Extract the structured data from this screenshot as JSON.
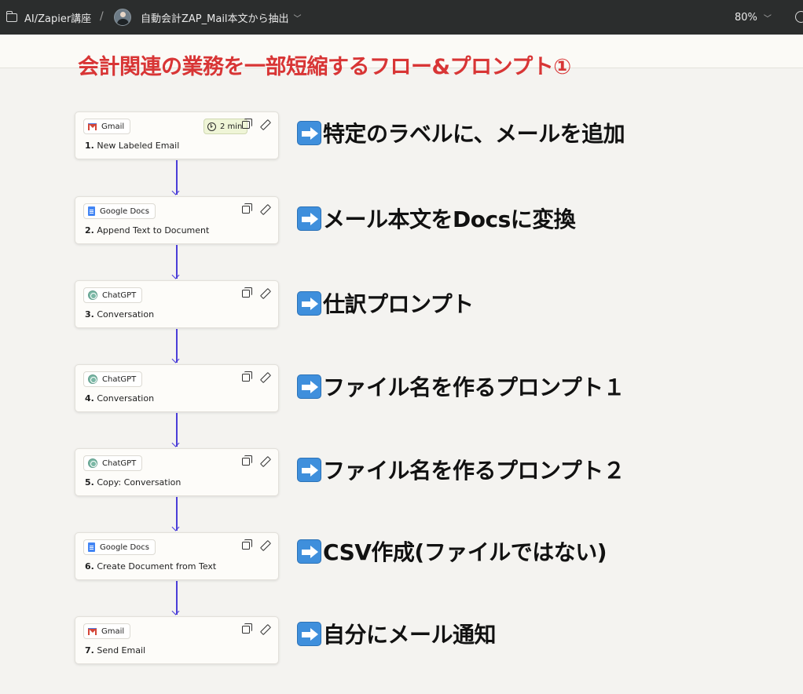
{
  "topbar": {
    "folder_label": "AI/Zapier講座",
    "separator": "/",
    "zap_name": "自動会計ZAP_Mail本文から抽出",
    "zoom": "80%"
  },
  "title": "会計関連の業務を一部短縮するフロー&プロンプト①",
  "steps": [
    {
      "app": "Gmail",
      "icon": "gmail-icon",
      "num": "1.",
      "label": "New Labeled Email",
      "time_badge": "2 min"
    },
    {
      "app": "Google Docs",
      "icon": "google-docs-icon",
      "num": "2.",
      "label": "Append Text to Document"
    },
    {
      "app": "ChatGPT",
      "icon": "chatgpt-icon",
      "num": "3.",
      "label": "Conversation"
    },
    {
      "app": "ChatGPT",
      "icon": "chatgpt-icon",
      "num": "4.",
      "label": "Conversation"
    },
    {
      "app": "ChatGPT",
      "icon": "chatgpt-icon",
      "num": "5.",
      "label": "Copy: Conversation"
    },
    {
      "app": "Google Docs",
      "icon": "google-docs-icon",
      "num": "6.",
      "label": "Create Document from Text"
    },
    {
      "app": "Gmail",
      "icon": "gmail-icon",
      "num": "7.",
      "label": "Send Email"
    }
  ],
  "annotations": [
    "特定のラベルに、メールを追加",
    "メール本文をDocsに変換",
    "仕訳プロンプト",
    "ファイル名を作るプロンプト１",
    "ファイル名を作るプロンプト２",
    "CSV作成(ファイルではない)",
    "自分にメール通知"
  ],
  "colors": {
    "title": "#d83535",
    "connector": "#4b3ed8",
    "arrow_icon": "#3f8fdc",
    "topbar": "#2b2d2d"
  }
}
